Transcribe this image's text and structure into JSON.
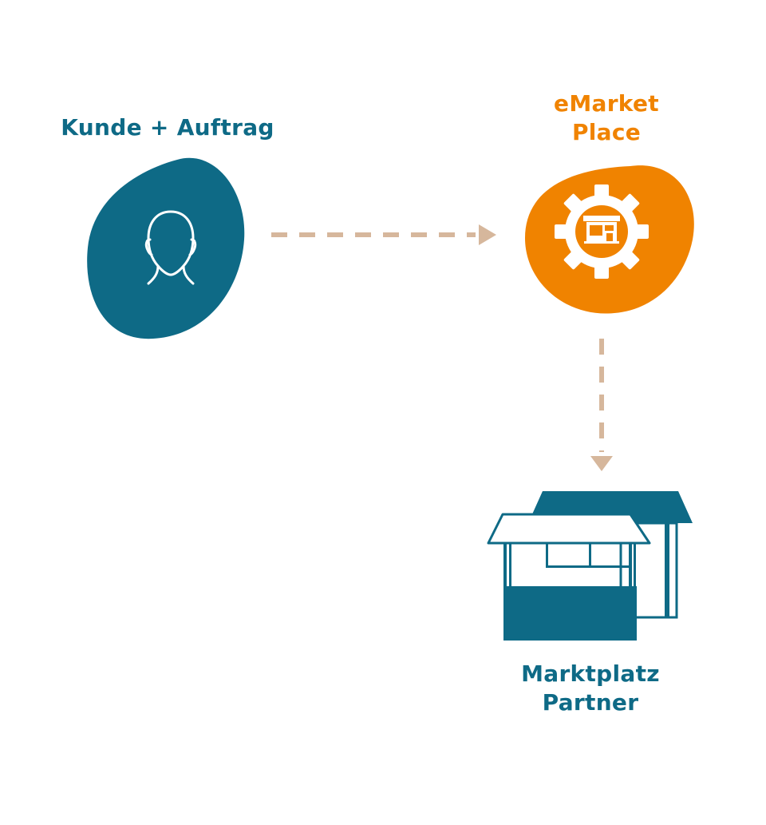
{
  "colors": {
    "teal": "#0e6a86",
    "orange": "#f08300",
    "arrow": "#d6b79c",
    "white": "#ffffff"
  },
  "nodes": {
    "customer": {
      "label": "Kunde + Auftrag",
      "icon": "person-head-icon"
    },
    "emarket": {
      "label_line1": "eMarket",
      "label_line2": "Place",
      "icon": "gear-shop-icon"
    },
    "partner": {
      "label_line1": "Marktplatz",
      "label_line2": "Partner",
      "icon": "market-stalls-icon"
    }
  },
  "edges": [
    {
      "from": "customer",
      "to": "emarket",
      "style": "dashed",
      "icon": "arrow-right-icon"
    },
    {
      "from": "emarket",
      "to": "partner",
      "style": "dashed",
      "icon": "arrow-down-icon"
    }
  ]
}
